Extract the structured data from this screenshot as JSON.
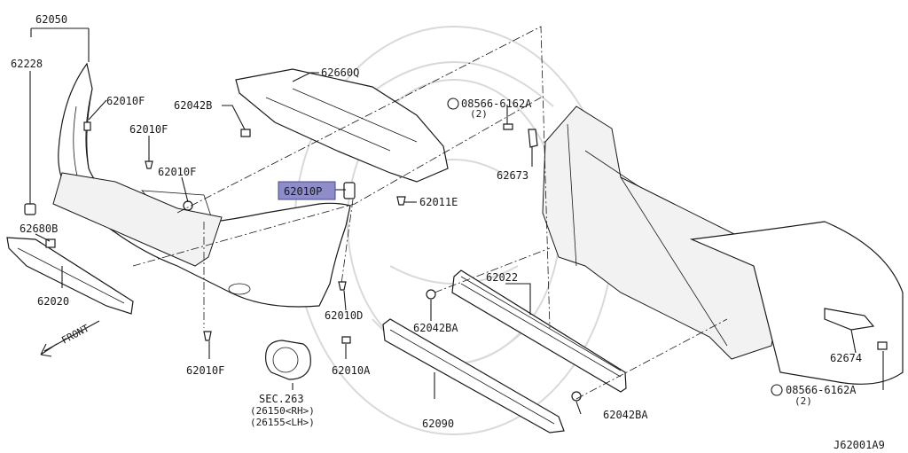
{
  "diagram": {
    "labels": {
      "p62050": "62050",
      "p62228": "62228",
      "p62010F_a": "62010F",
      "p62010F_b": "62010F",
      "p62010F_c": "62010F",
      "p62010F_d": "62010F",
      "p62680B": "62680B",
      "p62020": "62020",
      "p62042B": "62042B",
      "p62660Q": "62660Q",
      "p62010P": "62010P",
      "p62011E": "62011E",
      "p62010D": "62010D",
      "p62010A": "62010A",
      "p08566_top": "08566-6162A",
      "p08566_top_qty": "(2)",
      "p62673": "62673",
      "p62022": "62022",
      "p62042BA_a": "62042BA",
      "p62042BA_b": "62042BA",
      "p62090": "62090",
      "p62674": "62674",
      "p08566_bot": "08566-6162A",
      "p08566_bot_qty": "(2)",
      "sec_ref": "SEC.263",
      "sec_rh": "(26150<RH>)",
      "sec_lh": "(26155<LH>)",
      "front": "FRONT",
      "diagram_id": "J62001A9"
    },
    "highlighted_part": "62010P",
    "highlight_color": "#8e8cc9"
  }
}
